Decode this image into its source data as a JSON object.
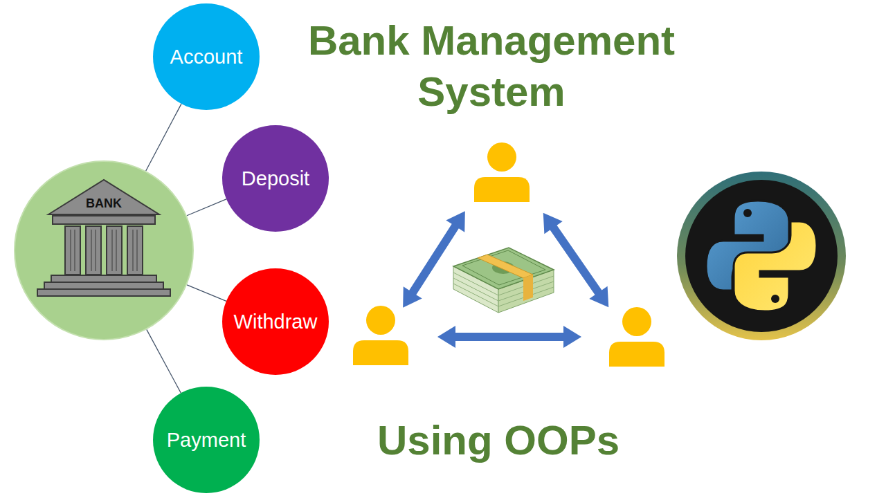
{
  "diagram": {
    "title": "Bank Management System",
    "nodes": [
      {
        "text": [
          "BANK"
        ]
      },
      {
        "text": [
          "Account"
        ]
      },
      {
        "text": [
          "Deposit"
        ]
      },
      {
        "text": [
          "Withdraw"
        ]
      },
      {
        "text": [
          "Payment"
        ]
      }
    ],
    "edges": [
      {
        "from": 0,
        "to": 1,
        "arrow": "none"
      },
      {
        "from": 0,
        "to": 2,
        "arrow": "none"
      },
      {
        "from": 0,
        "to": 3,
        "arrow": "none"
      },
      {
        "from": 0,
        "to": 4,
        "arrow": "none"
      }
    ],
    "labels": [
      "Using OOPs"
    ]
  }
}
